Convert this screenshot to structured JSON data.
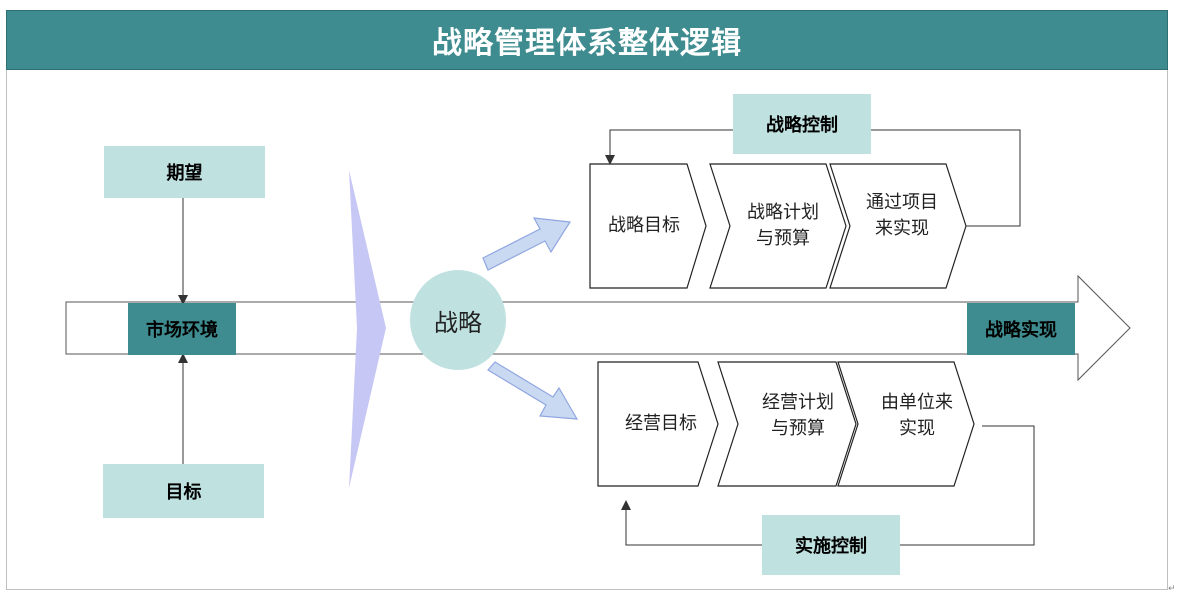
{
  "title": "战略管理体系整体逻辑",
  "left": {
    "expectation": "期望",
    "market_env": "市场环境",
    "goal": "目标"
  },
  "center": {
    "strategy": "战略",
    "strategy_realization": "战略实现"
  },
  "top_flow": {
    "control": "战略控制",
    "steps": [
      "战略目标",
      "战略计划\n与预算",
      "通过项目\n来实现"
    ]
  },
  "bottom_flow": {
    "control": "实施控制",
    "steps": [
      "经营目标",
      "经营计划\n与预算",
      "由单位来\n实现"
    ]
  },
  "colors": {
    "header": "#3e8c8f",
    "light_box": "#bfe1e0",
    "arrow_fill": "#c9d9f2",
    "arrow_stroke": "#8fa6e0",
    "wedge": "#c7c7f5",
    "circle": "#bfe1e0"
  }
}
